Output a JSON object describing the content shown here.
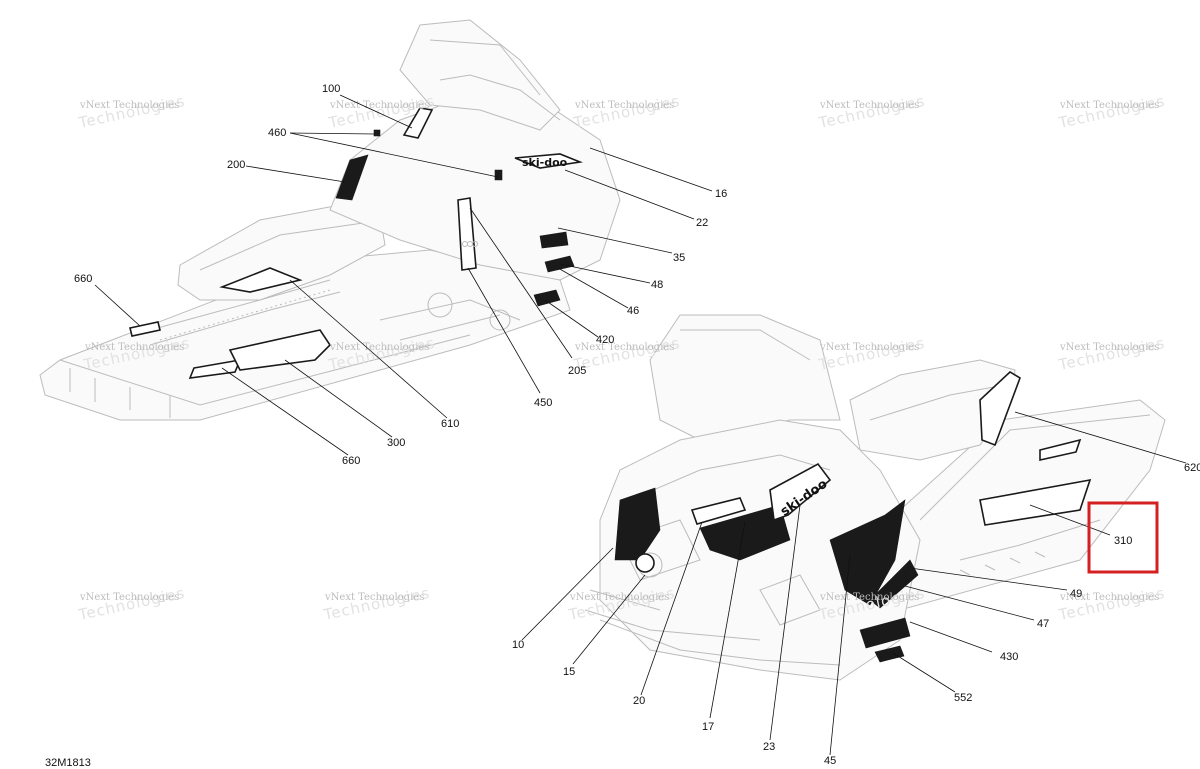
{
  "watermark": {
    "line1": "vNext Technologies",
    "line2": "Technologies"
  },
  "drawing_code": "32M1813",
  "brand_marks": {
    "front": "ski-doo",
    "side": "ski-doo"
  },
  "callouts": [
    {
      "id": "c100",
      "label": "100"
    },
    {
      "id": "c460",
      "label": "460"
    },
    {
      "id": "c200",
      "label": "200"
    },
    {
      "id": "c660a",
      "label": "660"
    },
    {
      "id": "c16",
      "label": "16"
    },
    {
      "id": "c22",
      "label": "22"
    },
    {
      "id": "c35",
      "label": "35"
    },
    {
      "id": "c48",
      "label": "48"
    },
    {
      "id": "c46",
      "label": "46"
    },
    {
      "id": "c420",
      "label": "420"
    },
    {
      "id": "c205",
      "label": "205"
    },
    {
      "id": "c450",
      "label": "450"
    },
    {
      "id": "c610",
      "label": "610"
    },
    {
      "id": "c300",
      "label": "300"
    },
    {
      "id": "c660b",
      "label": "660"
    },
    {
      "id": "c620",
      "label": "620"
    },
    {
      "id": "c310",
      "label": "310"
    },
    {
      "id": "c49",
      "label": "49"
    },
    {
      "id": "c47",
      "label": "47"
    },
    {
      "id": "c430",
      "label": "430"
    },
    {
      "id": "c552",
      "label": "552"
    },
    {
      "id": "c10",
      "label": "10"
    },
    {
      "id": "c15",
      "label": "15"
    },
    {
      "id": "c20",
      "label": "20"
    },
    {
      "id": "c17",
      "label": "17"
    },
    {
      "id": "c23",
      "label": "23"
    },
    {
      "id": "c45",
      "label": "45"
    }
  ],
  "highlight": {
    "target": "310",
    "color": "#d42020"
  }
}
